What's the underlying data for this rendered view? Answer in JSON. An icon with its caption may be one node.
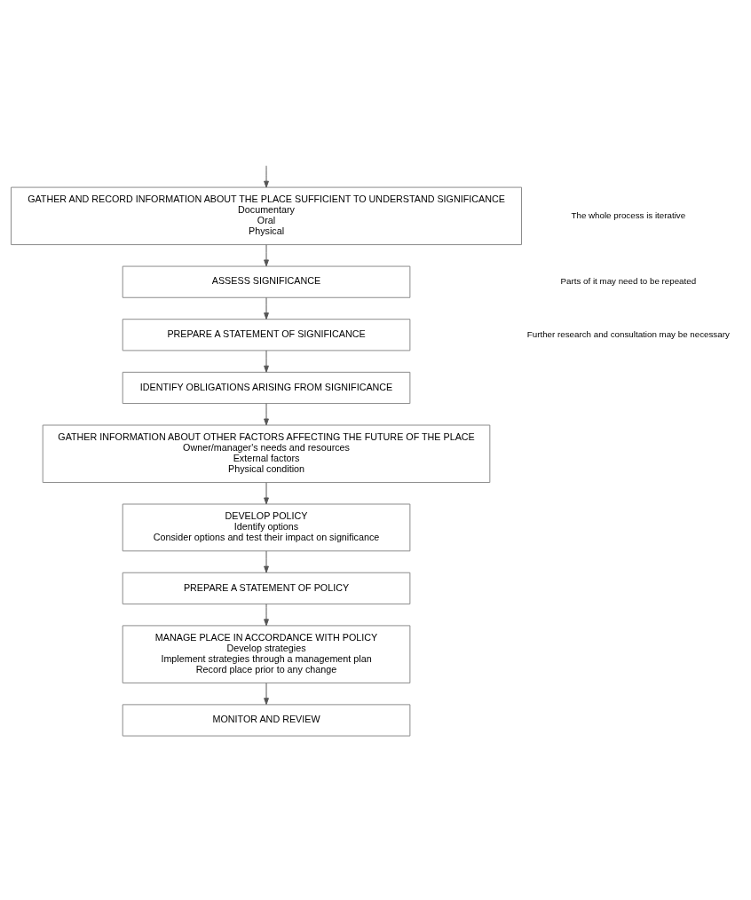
{
  "diagram": {
    "nodes": [
      {
        "text": [
          "GATHER AND RECORD INFORMATION ABOUT THE PLACE SUFFICIENT TO UNDERSTAND SIGNIFICANCE",
          "Documentary",
          "Oral",
          "Physical"
        ]
      },
      {
        "text": [
          "ASSESS SIGNIFICANCE"
        ]
      },
      {
        "text": [
          "PREPARE A STATEMENT OF SIGNIFICANCE"
        ]
      },
      {
        "text": [
          "IDENTIFY OBLIGATIONS ARISING FROM SIGNIFICANCE"
        ]
      },
      {
        "text": [
          "GATHER INFORMATION ABOUT OTHER FACTORS AFFECTING THE FUTURE OF THE PLACE",
          "Owner/manager's needs and resources",
          "External factors",
          "Physical condition"
        ]
      },
      {
        "text": [
          "DEVELOP POLICY",
          "Identify options",
          "Consider options and test their impact on significance"
        ]
      },
      {
        "text": [
          "PREPARE A STATEMENT OF POLICY"
        ]
      },
      {
        "text": [
          "MANAGE PLACE IN ACCORDANCE WITH POLICY",
          "Develop strategies",
          "Implement strategies through a management plan",
          "Record place prior to any change"
        ]
      },
      {
        "text": [
          "MONITOR AND REVIEW"
        ]
      }
    ],
    "edges": [
      {
        "from": null,
        "to": 0,
        "arrow": "to"
      },
      {
        "from": 0,
        "to": 1,
        "arrow": "to"
      },
      {
        "from": 1,
        "to": 2,
        "arrow": "to"
      },
      {
        "from": 2,
        "to": 3,
        "arrow": "to"
      },
      {
        "from": 3,
        "to": 4,
        "arrow": "to"
      },
      {
        "from": 4,
        "to": 5,
        "arrow": "to"
      },
      {
        "from": 5,
        "to": 6,
        "arrow": "to"
      },
      {
        "from": 6,
        "to": 7,
        "arrow": "to"
      },
      {
        "from": 7,
        "to": 8,
        "arrow": "to"
      }
    ],
    "labels": [
      "The whole process is iterative",
      "Parts of it may need to be repeated",
      "Further research and consultation may be necessary"
    ]
  }
}
